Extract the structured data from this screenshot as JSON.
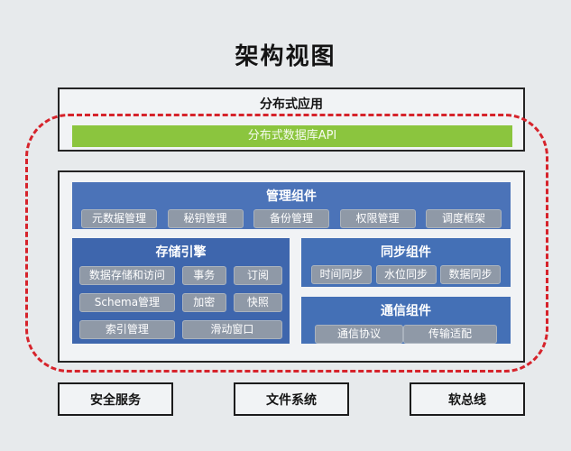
{
  "title": "架构视图",
  "colors": {
    "background": "#e7eaec",
    "panel_fill": "#f1f3f5",
    "panel_border": "#242424",
    "api_green": "#8bc53e",
    "section_blue": "#4470b6",
    "chip_gray": "#8f99a7",
    "dashed_red": "#d6232b"
  },
  "app_box": {
    "label": "分布式应用",
    "api_bar": "分布式数据库API"
  },
  "core": {
    "management": {
      "title": "管理组件",
      "buttons": [
        "元数据管理",
        "秘钥管理",
        "备份管理",
        "权限管理",
        "调度框架"
      ]
    },
    "storage": {
      "title": "存储引擎",
      "rows": [
        [
          "数据存储和访问",
          "事务",
          "订阅"
        ],
        [
          "Schema管理",
          "加密",
          "快照"
        ],
        [
          "索引管理",
          "滑动窗口"
        ]
      ]
    },
    "sync": {
      "title": "同步组件",
      "buttons": [
        "时间同步",
        "水位同步",
        "数据同步"
      ]
    },
    "comm": {
      "title": "通信组件",
      "buttons": [
        "通信协议",
        "传输适配"
      ]
    }
  },
  "bottom": [
    "安全服务",
    "文件系统",
    "软总线"
  ]
}
